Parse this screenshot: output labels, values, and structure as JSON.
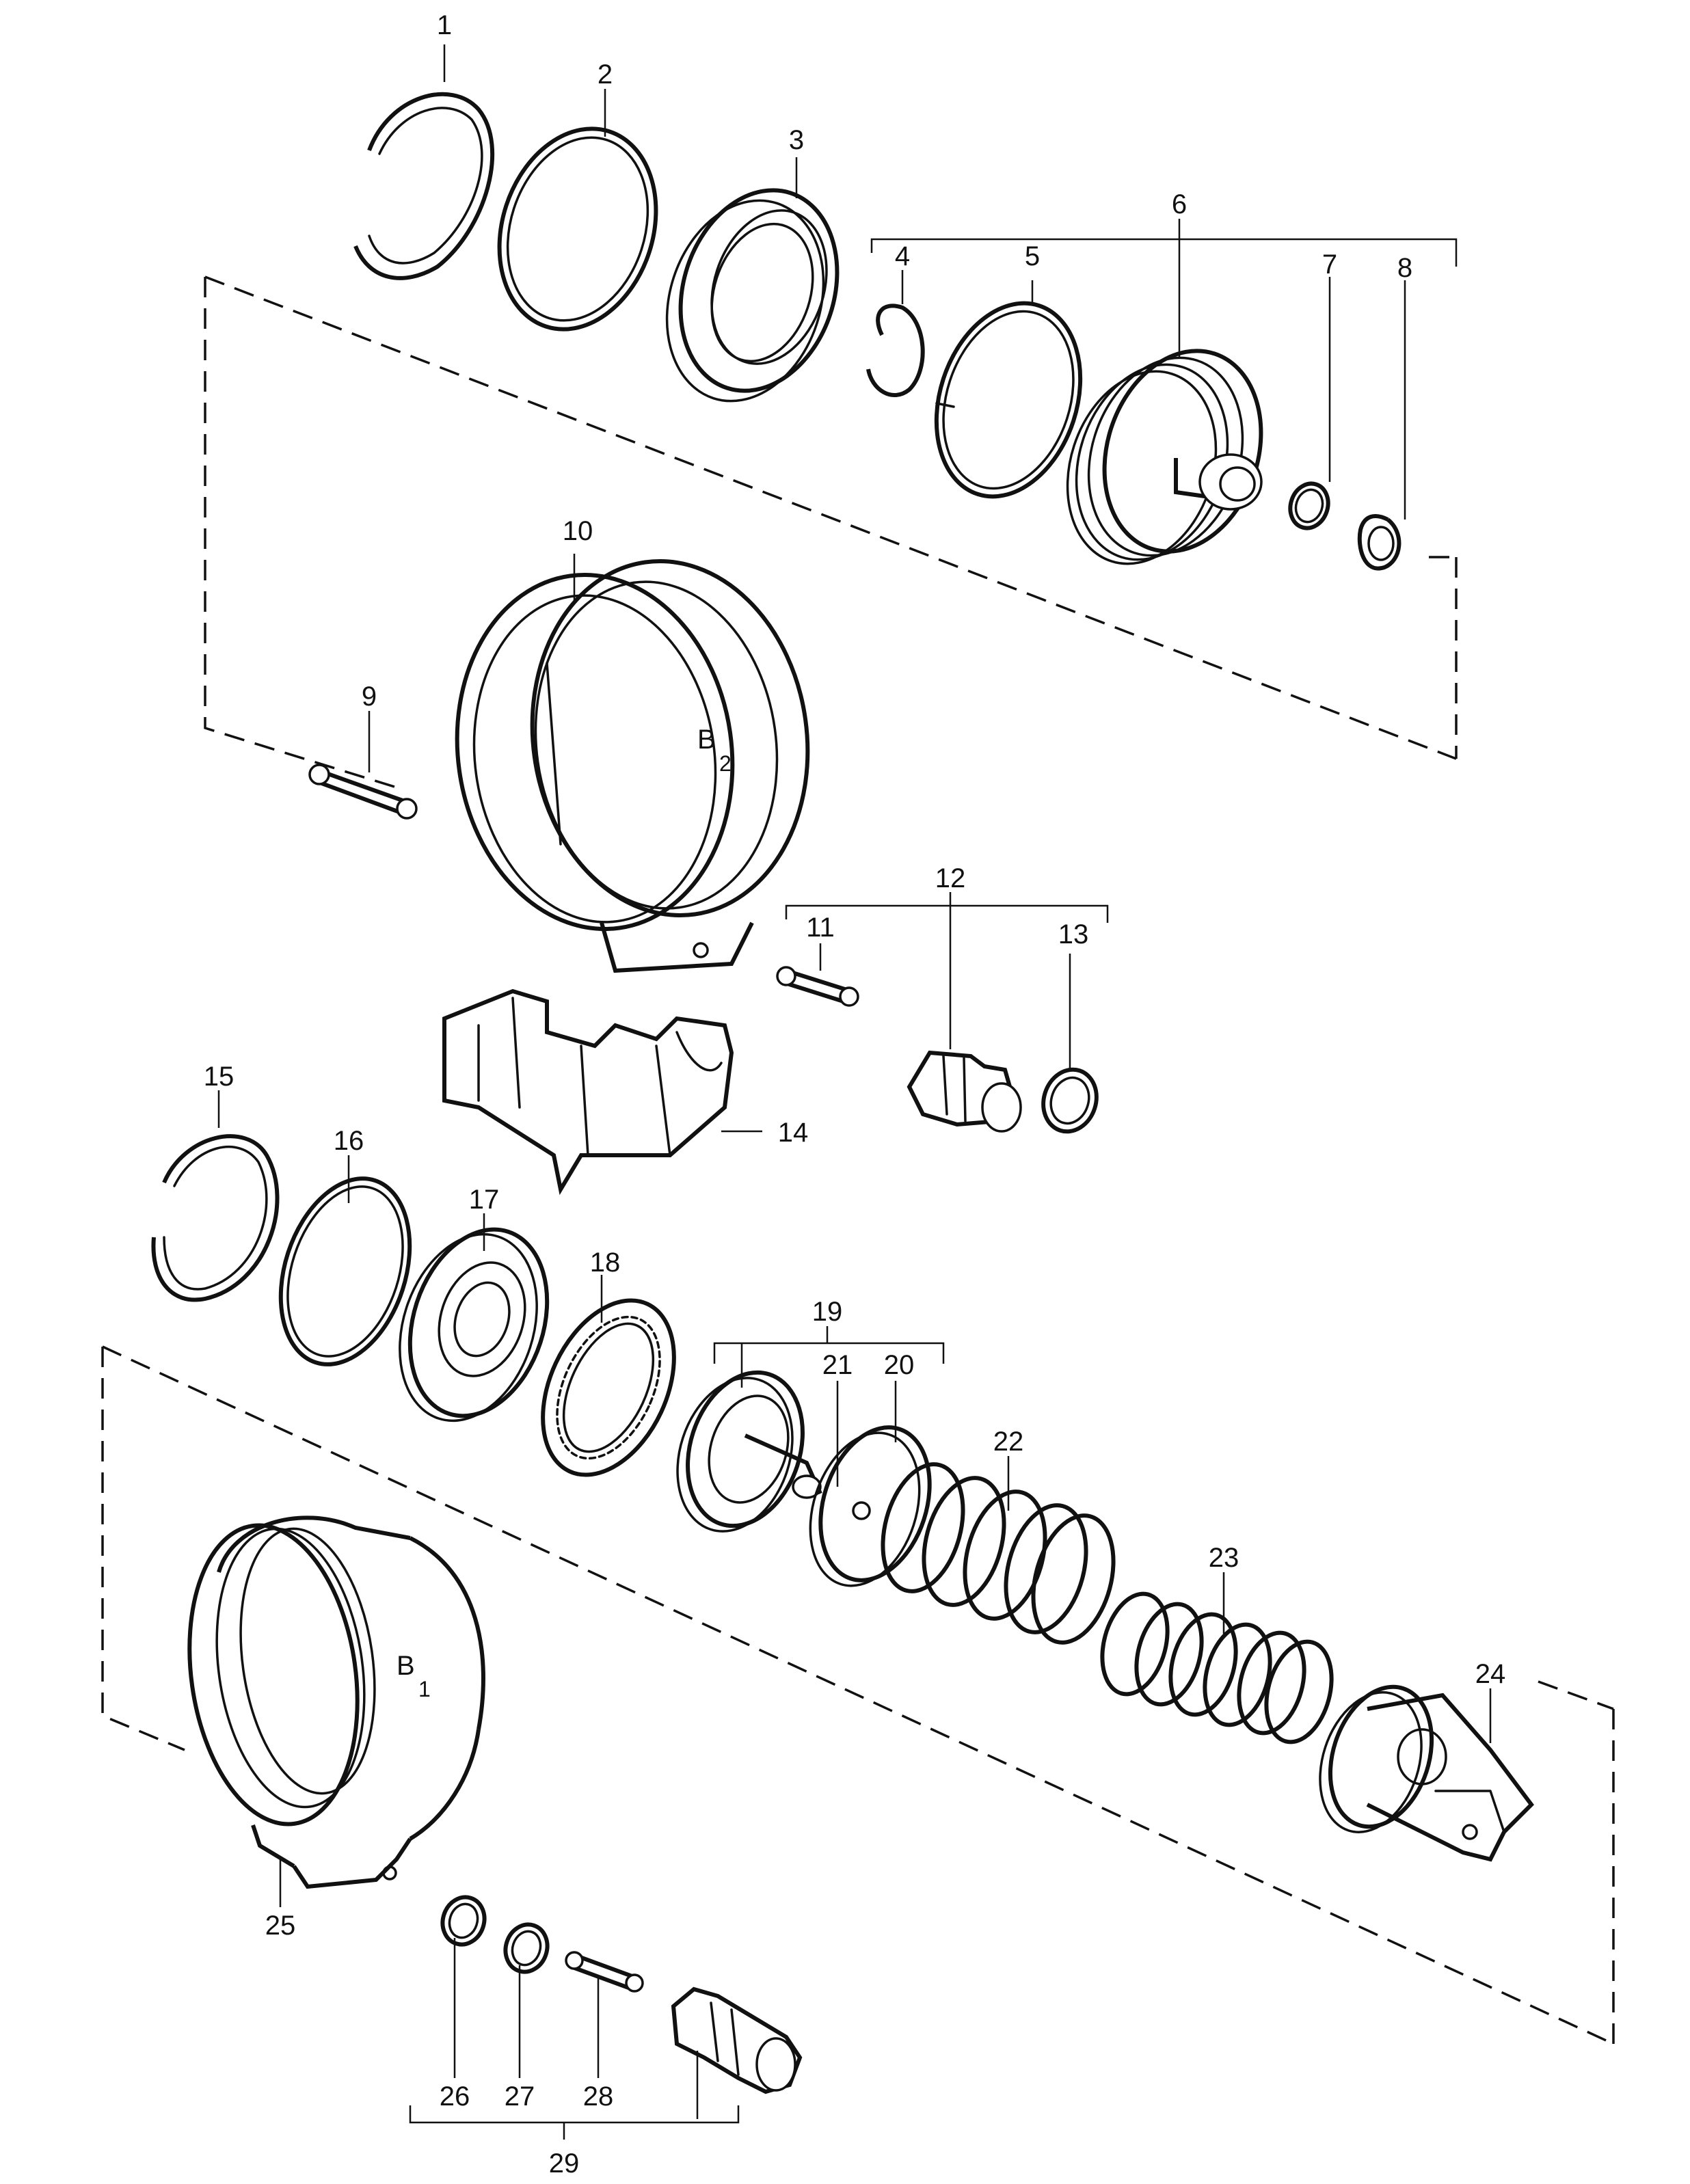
{
  "callouts": {
    "c1": "1",
    "c2": "2",
    "c3": "3",
    "c4": "4",
    "c5": "5",
    "c6": "6",
    "c7": "7",
    "c8": "8",
    "c9": "9",
    "c10": "10",
    "c11": "11",
    "c12": "12",
    "c13": "13",
    "c14": "14",
    "c15": "15",
    "c16": "16",
    "c17": "17",
    "c18": "18",
    "c19": "19",
    "c20": "20",
    "c21": "21",
    "c22": "22",
    "c23": "23",
    "c24": "24",
    "c25": "25",
    "c26": "26",
    "c27": "27",
    "c28": "28",
    "c29": "29"
  },
  "band_labels": {
    "b2_letter": "B",
    "b2_sub": "2",
    "b1_letter": "B",
    "b1_sub": "1"
  }
}
